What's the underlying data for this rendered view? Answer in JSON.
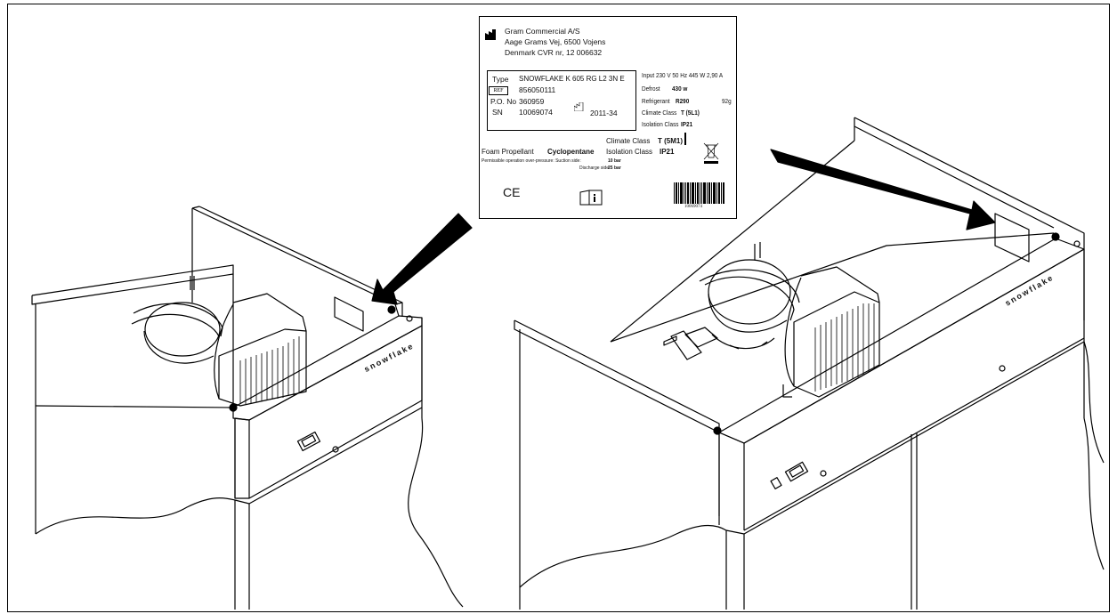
{
  "label": {
    "manufacturer": "Gram Commercial A/S",
    "address": "Aage Grams Vej, 6500 Vojens",
    "country": "Denmark  CVR nr, 12 006632",
    "type_key": "Type",
    "type_val": "SNOWFLAKE K 605 RG L2 3N E",
    "ref_key": "REF",
    "ref_val": "856050111",
    "po_key": "P.O. No",
    "po_val": "360959",
    "sn_key": "SN",
    "sn_val": "10069074",
    "date_val": "2011-34",
    "input": "Input 230 V  50 Hz  445 W  2,90 A",
    "defrost_key": "Defrost",
    "defrost_val": "430 w",
    "refrigerant_key": "Refrigerant",
    "refrigerant_val": "R290",
    "refrigerant_amt": "92g",
    "climate_key_1": "Climate Class",
    "climate_val_1": "T (5L1)",
    "isolation_key_1": "Isolation Class",
    "isolation_val_1": "IP21",
    "climate_key_2": "Climate Class",
    "climate_val_2": "T (5M1)",
    "foam_key": "Foam Propellant",
    "foam_val": "Cyclopentane",
    "isolation_key_2": "Isolation Class",
    "isolation_val_2": "IP21",
    "permissible": "Permissible operation over-pressure: Suction side:",
    "suction_val": "10 bar",
    "discharge_key": "Discharge side:",
    "discharge_val": "25 bar",
    "ce": "CE",
    "barcode_num": "10069074"
  },
  "brand_left": "snowflake",
  "brand_right": "snowflake",
  "icons": [
    "manufacturer-icon",
    "manufacture-date-icon",
    "manual-info-icon",
    "weee-bin-icon",
    "barcode-icon",
    "arrow-icon"
  ]
}
